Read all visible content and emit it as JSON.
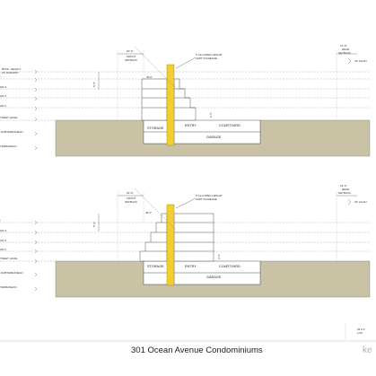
{
  "title": "301 Ocean Avenue Condominiums",
  "logo_text": "ke",
  "sheet_note_lines": [
    "02 F.S",
    "1/19"
  ],
  "colors": {
    "ground": "#c9c2a5",
    "highlight_wall": "#f2cf2f",
    "line": "#555555",
    "dash": "#999999"
  },
  "sections": [
    {
      "level_labels": [
        "BLDG. HEIGHT",
        "OF PARAPET",
        "\"",
        "OR 4",
        "OR 3",
        "OR 2",
        "TREET LEVEL",
        "-SUBTERRANEAN",
        "TERRANEAN"
      ],
      "front_setback_dim": "20'-0\"",
      "front_setback_label": "FRONT",
      "front_setback_label2": "SETBACK",
      "rear_setback_dim": "15'-0\"",
      "rear_setback_label": "REAR",
      "rear_setback_label2": "SETBACK",
      "allowed_height_note": "5' ALLOWED HEIGHT",
      "allowed_height_note2": "LIMIT INCREASE",
      "angle_label": "45.0°",
      "parapet_dim": "5'-0\"",
      "entry_dim": "2'-6\"",
      "alley_label": "OF ALLEY",
      "rooms": {
        "storage": "STORAGE",
        "entry": "ENTRY",
        "courtyard": "COURTYARD",
        "garage": "GARAGE"
      }
    },
    {
      "level_labels": [
        "\"",
        "OR 4",
        "OR 3",
        "OR 2",
        "TREET LEVEL",
        "-SUBTERRANEAN",
        "TERRANEAN"
      ],
      "front_setback_dim": "20'-0\"",
      "front_setback_label": "FRONT",
      "front_setback_label2": "SETBACK",
      "rear_setback_dim": "15'-0\"",
      "rear_setback_label": "REAR",
      "rear_setback_label2": "SETBACK",
      "allowed_height_note": "5' ALLOWED HEIGHT",
      "allowed_height_note2": "LIMIT INCREASE",
      "angle_label": "45.0°",
      "parapet_dim": "5'-0\"",
      "entry_dim": "2'-6\"",
      "alley_label": "OF ALLEY",
      "rooms": {
        "storage": "STORAGE",
        "entry": "ENTRY",
        "courtyard": "COURTYARD",
        "garage": "GARAGE"
      }
    }
  ]
}
